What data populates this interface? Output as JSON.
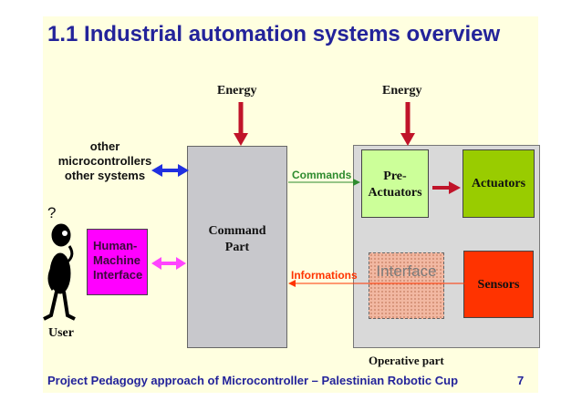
{
  "title": "1.1 Industrial automation systems overview",
  "energy_left": "Energy",
  "energy_right": "Energy",
  "other_systems": [
    "other",
    "microcontrollers",
    "other systems"
  ],
  "question_mark": "?",
  "user_label": "User",
  "hmi_lines": [
    "Human-",
    "Machine",
    "Interface"
  ],
  "command_lines": [
    "Command",
    "Part"
  ],
  "commands_label": "Commands",
  "informations_label": "Informations",
  "preactuators_lines": [
    "Pre-",
    "Actuators"
  ],
  "actuators_label": "Actuators",
  "interface_label": "Interface",
  "sensors_label": "Sensors",
  "operative_part_label": "Operative part",
  "footer_text": "Project Pedagogy approach of Microcontroller – Palestinian Robotic Cup",
  "page_number": "7",
  "colors": {
    "title": "#23239a",
    "energy_arrow": "#c0142a",
    "bidir_arrow": "#2030e0",
    "hmi_arrow": "#ff44ff",
    "commands_text": "#2e8b2e",
    "informations_text": "#ff3300",
    "hmi_box": "#ff00ff",
    "preactuators_box": "#ccff99",
    "actuators_box": "#99cc00",
    "sensors_box": "#ff3300"
  }
}
